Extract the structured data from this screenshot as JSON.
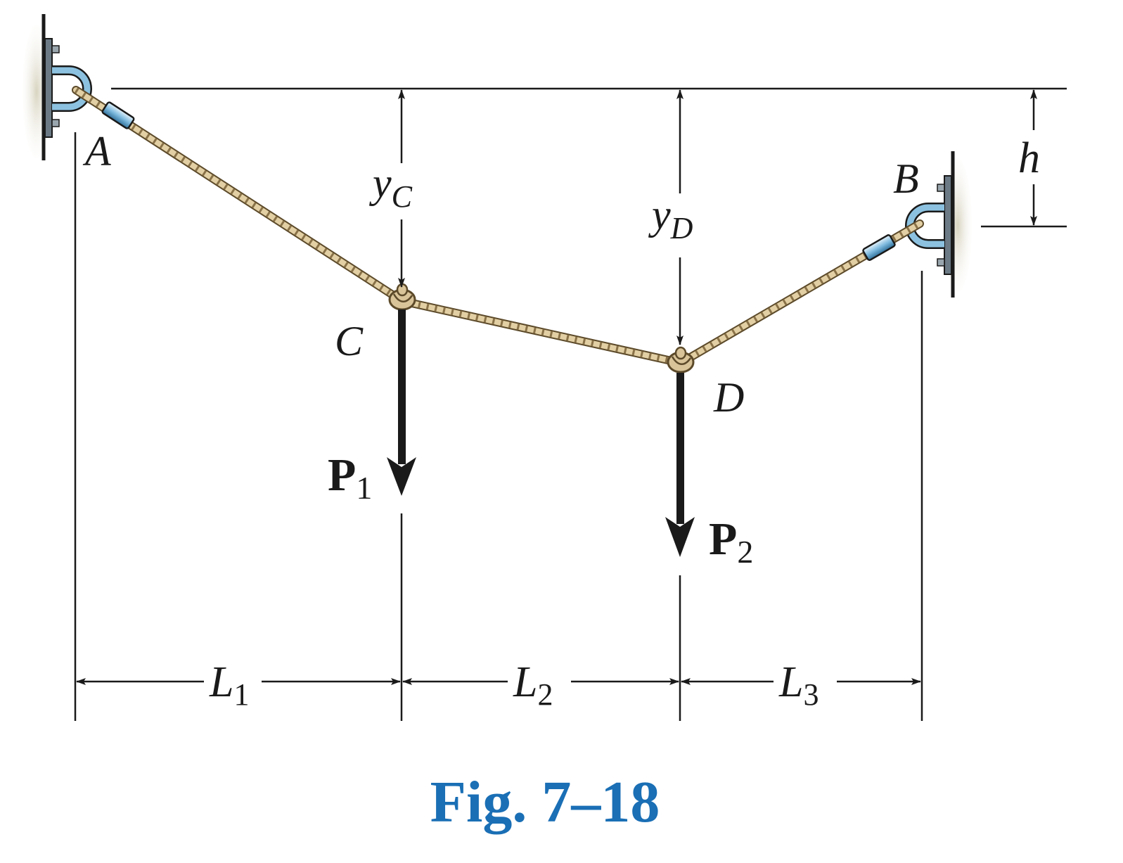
{
  "figure": {
    "points": {
      "A": "A",
      "B": "B",
      "C": "C",
      "D": "D"
    },
    "forces": {
      "p1": {
        "main": "P",
        "sub": "1"
      },
      "p2": {
        "main": "P",
        "sub": "2"
      }
    },
    "dimensions": {
      "yc": {
        "main": "y",
        "sub": "C"
      },
      "yd": {
        "main": "y",
        "sub": "D"
      },
      "h": "h",
      "l1": {
        "main": "L",
        "sub": "1"
      },
      "l2": {
        "main": "L",
        "sub": "2"
      },
      "l3": {
        "main": "L",
        "sub": "3"
      }
    },
    "caption": "Fig. 7–18",
    "colors": {
      "caption": "#1a6fb5",
      "rope": "#d9c49a",
      "rope_outline": "#5c4a2a",
      "bracket": "#8cc2e0",
      "wall": "#c8c4b0",
      "line": "#1a1a1a"
    }
  }
}
